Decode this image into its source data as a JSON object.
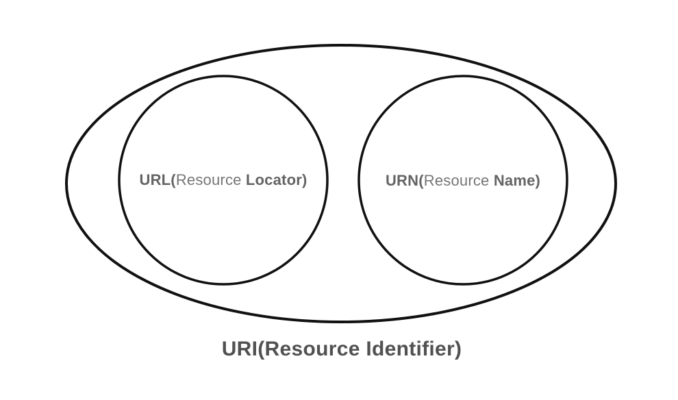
{
  "diagram": {
    "outer": {
      "title": "URI(Resource Identifier)"
    },
    "left_circle": {
      "acronym": "URL(",
      "middle": "Resource ",
      "emphasis": "Locator)"
    },
    "right_circle": {
      "acronym": "URN(",
      "middle": "Resource ",
      "emphasis": "Name)"
    }
  },
  "colors": {
    "background": "#ffffff",
    "shape_stroke": "#111111",
    "circle_label_regular": "#757575",
    "circle_label_bold": "#646464",
    "title_text": "#515151"
  }
}
